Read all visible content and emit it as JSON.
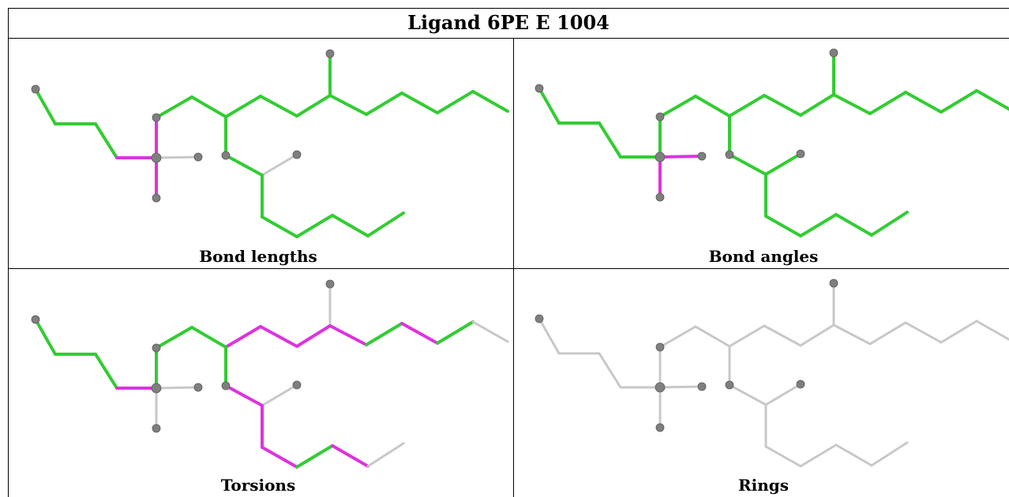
{
  "title": "Ligand 6PE E 1004",
  "panels": [
    {
      "caption": "Bond lengths"
    },
    {
      "caption": "Bond angles"
    },
    {
      "caption": "Torsions"
    },
    {
      "caption": "Rings"
    }
  ],
  "colors": {
    "green": "#33cc33",
    "magenta": "#dd33dd",
    "grey": "#c8c8c8",
    "atom": "#7f7f7f"
  }
}
